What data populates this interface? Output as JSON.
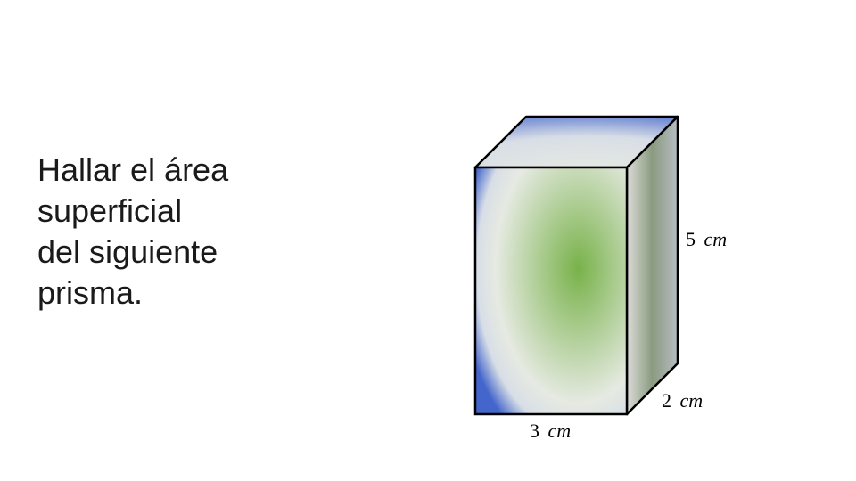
{
  "slide": {
    "prompt_lines": [
      "Hallar el área",
      "superficial",
      "del siguiente",
      "prisma."
    ]
  },
  "prism": {
    "dimensions": {
      "height": {
        "value": "5",
        "unit": "cm"
      },
      "depth": {
        "value": "2",
        "unit": "cm"
      },
      "width": {
        "value": "3",
        "unit": "cm"
      }
    },
    "colors": {
      "front_center": "#78b24a",
      "front_mid": "#e6eae2",
      "edge_blue": "#4466cc",
      "side_gray": "#8a9a80",
      "outline": "#000000"
    }
  }
}
